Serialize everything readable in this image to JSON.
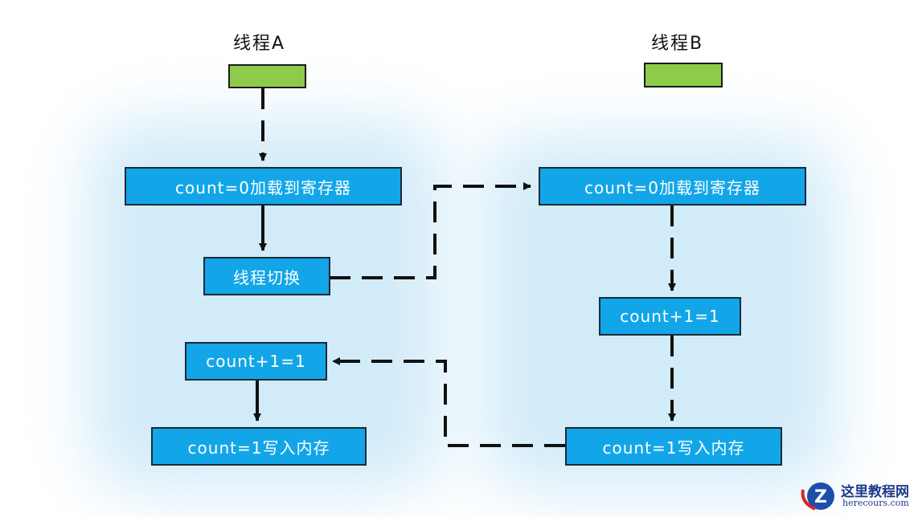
{
  "threads": {
    "a": {
      "title": "线程A"
    },
    "b": {
      "title": "线程B"
    }
  },
  "nodes": {
    "a_load": "count=0加载到寄存器",
    "a_switch": "线程切换",
    "a_incr": "count+1=1",
    "a_write": "count=1写入内存",
    "b_load": "count=0加载到寄存器",
    "b_incr": "count+1=1",
    "b_write": "count=1写入内存"
  },
  "colors": {
    "thread_bar": "#8ccc4a",
    "node_fill": "#12a6e8",
    "node_text": "#ffffff",
    "background_glow": "#cde9f8",
    "line": "#111111"
  },
  "watermark": {
    "name": "这里教程网",
    "domain": "herecours.com"
  }
}
